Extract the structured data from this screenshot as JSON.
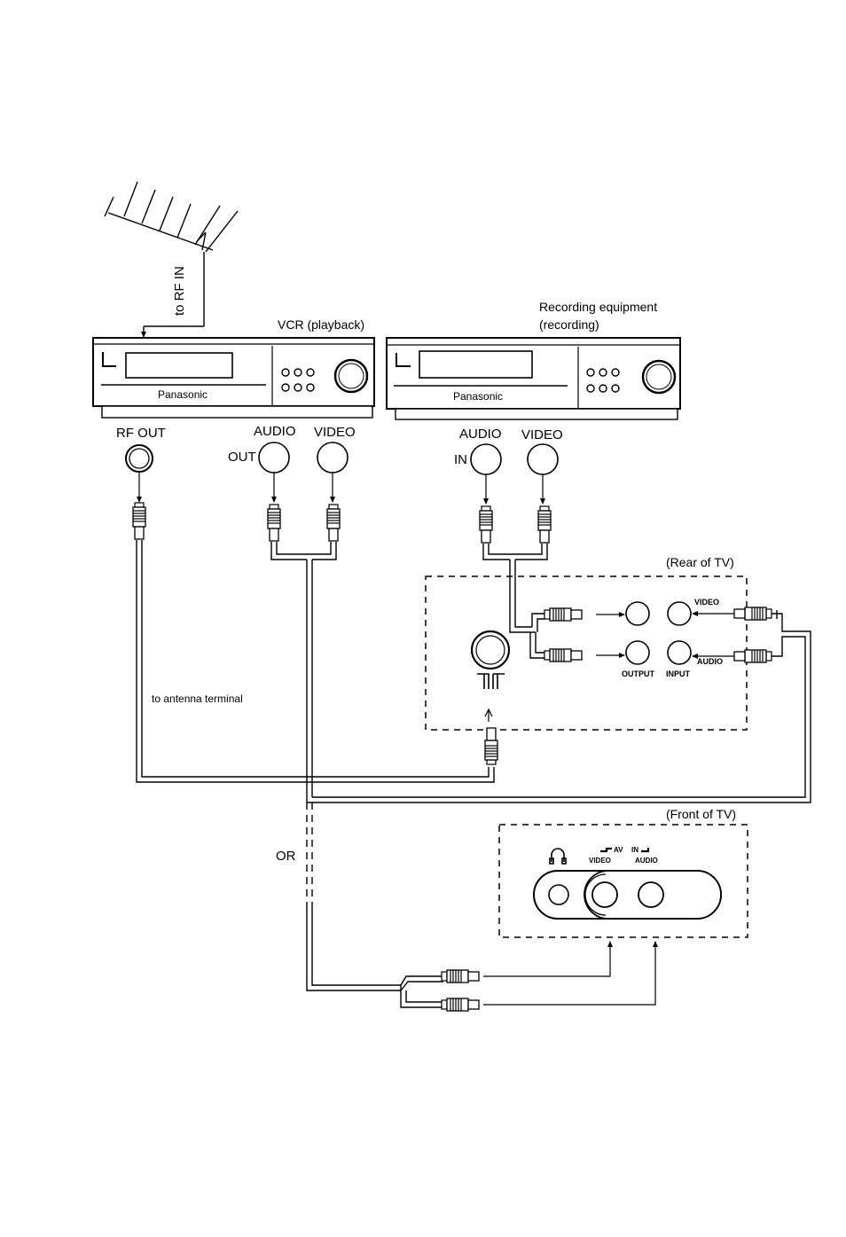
{
  "antenna": {
    "cable_label": "to RF IN"
  },
  "vcr_playback": {
    "title": "VCR (playback)",
    "brand": "Panasonic",
    "rf_out_label": "RF OUT",
    "audio_label": "AUDIO",
    "out_label": "OUT",
    "video_label": "VIDEO"
  },
  "recording_equipment": {
    "title_line1": "Recording equipment",
    "title_line2": "(recording)",
    "brand": "Panasonic",
    "audio_label": "AUDIO",
    "in_label": "IN",
    "video_label": "VIDEO"
  },
  "rear_tv": {
    "title": "(Rear of TV)",
    "video_label": "VIDEO",
    "audio_label": "AUDIO",
    "output_label": "OUTPUT",
    "input_label": "INPUT"
  },
  "antenna_terminal_label": "to antenna terminal",
  "or_label": "OR",
  "front_tv": {
    "title": "(Front of TV)",
    "av_label": "AV",
    "in_label": "IN",
    "video_label": "VIDEO",
    "audio_label": "AUDIO"
  }
}
